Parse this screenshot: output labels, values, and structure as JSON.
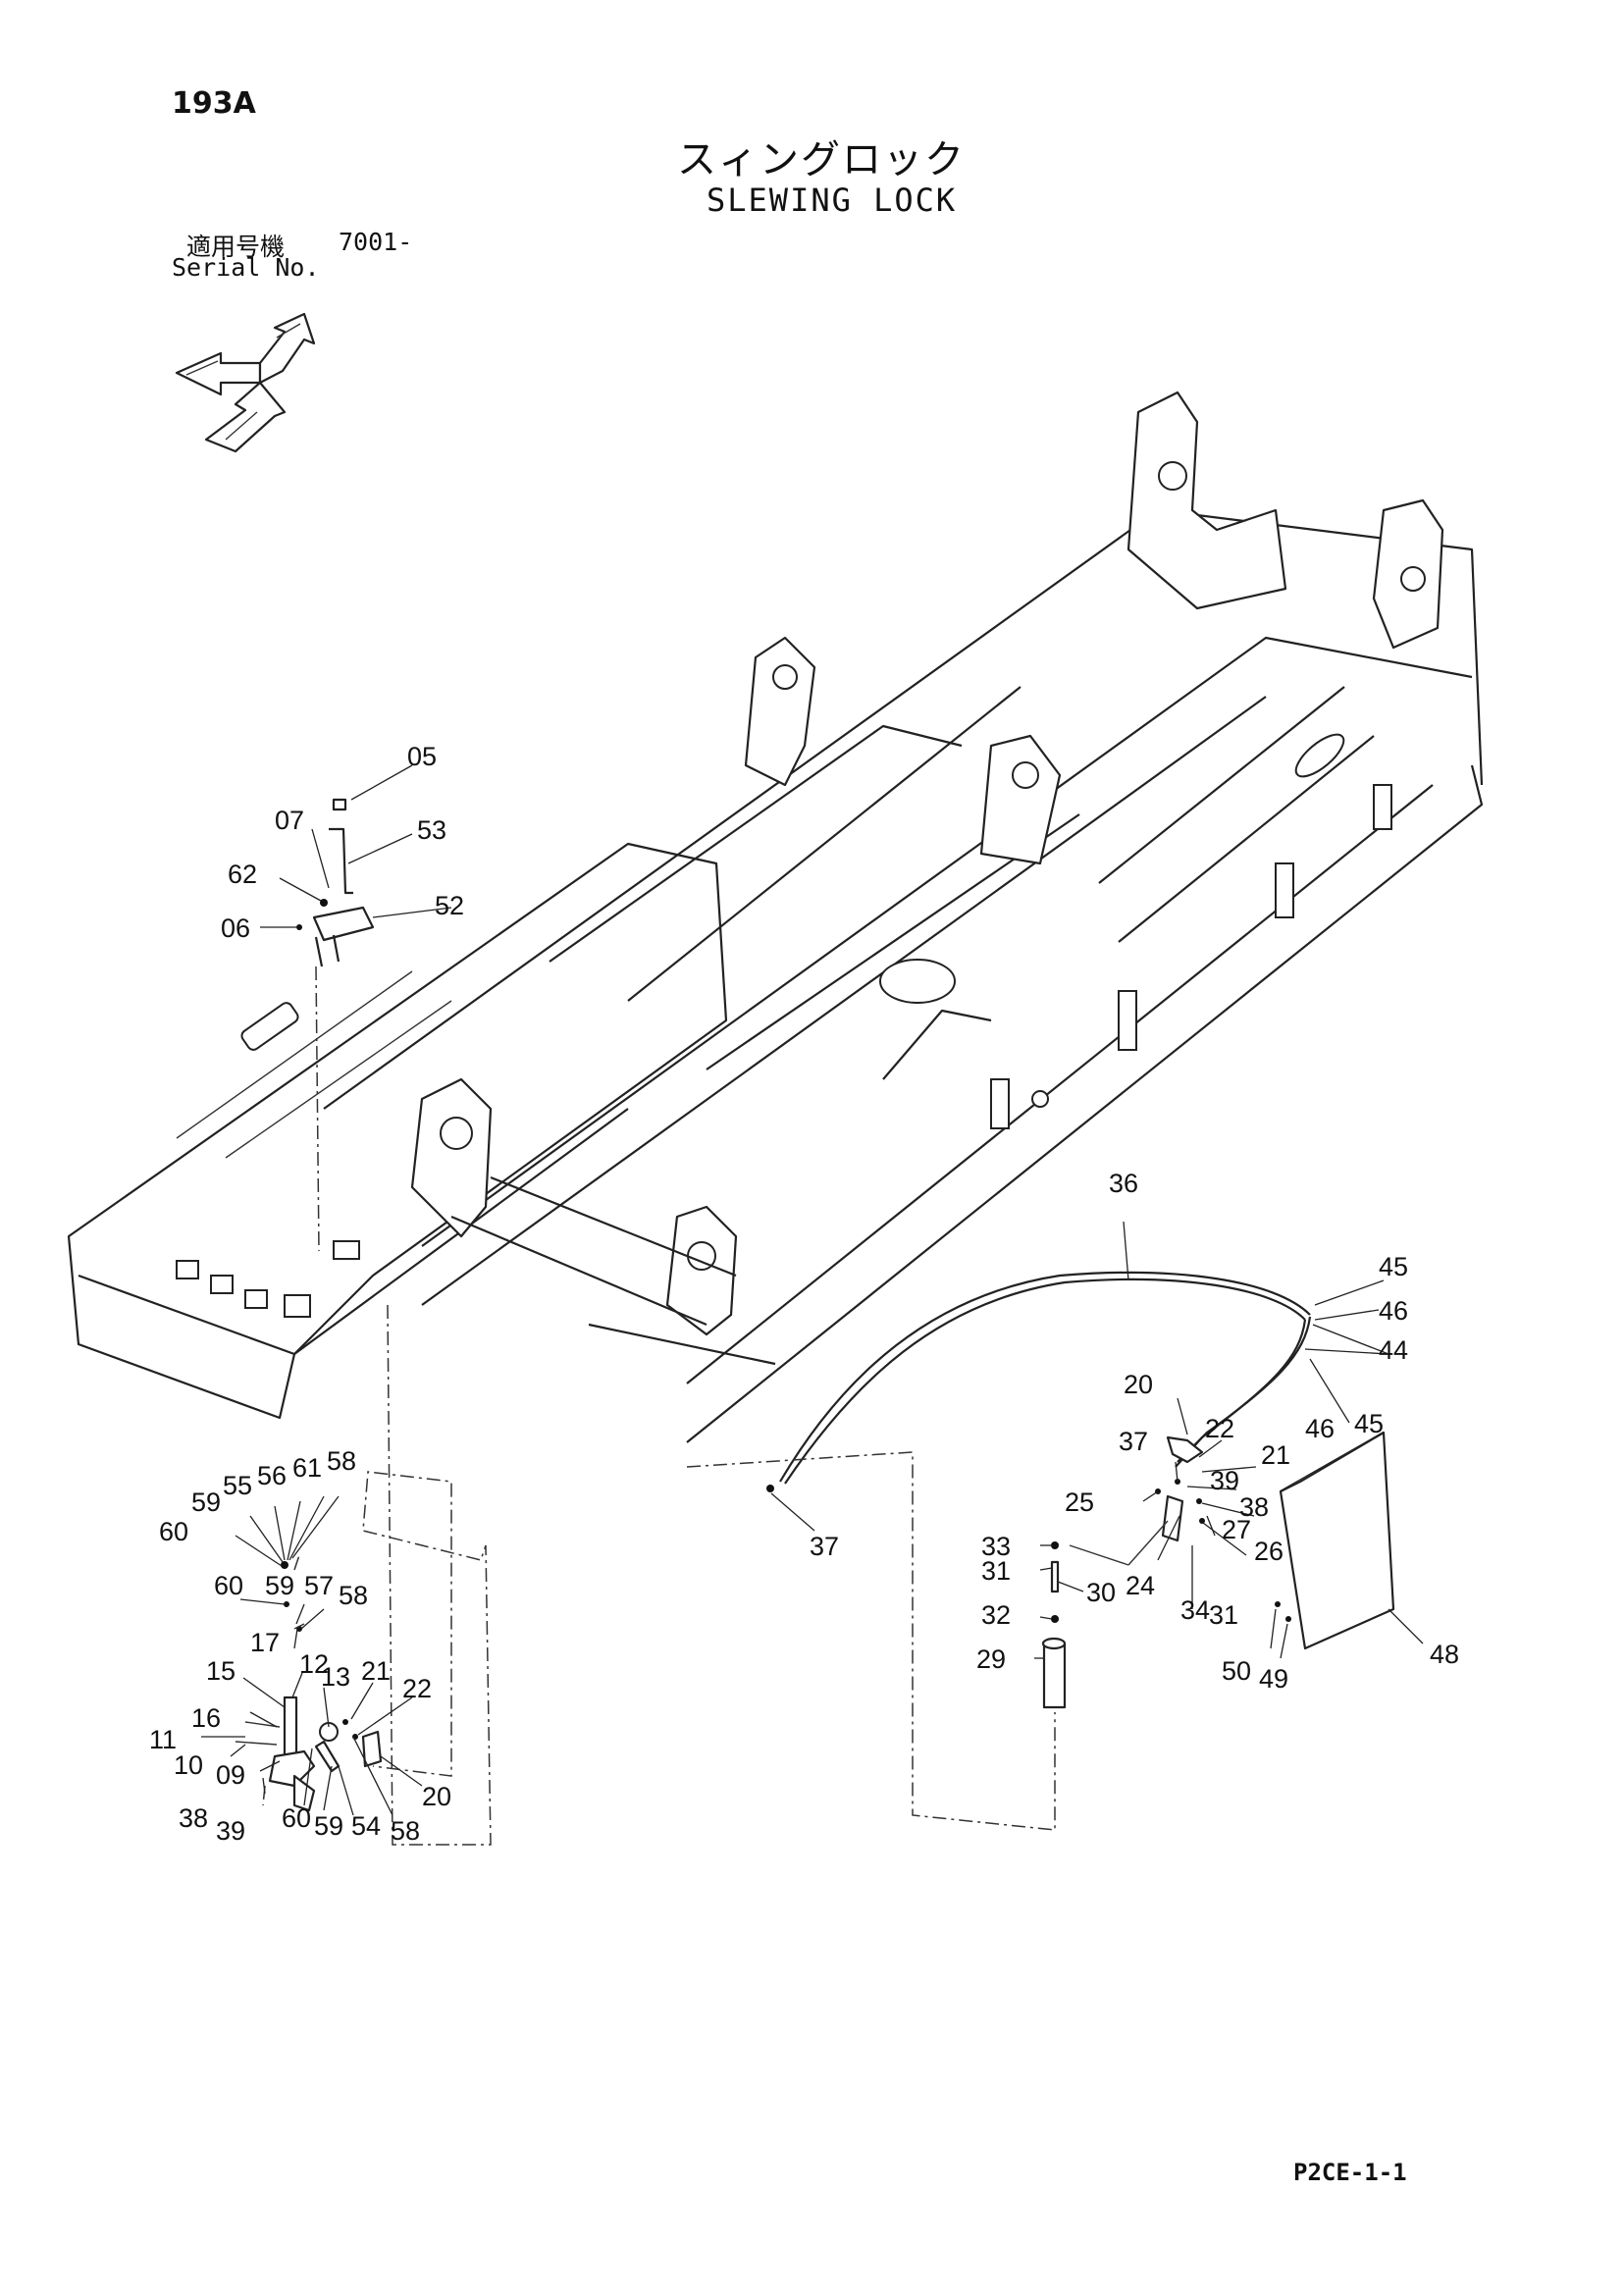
{
  "header": {
    "page_code": "193A",
    "title_jp": "スィングロック",
    "title_en": "SLEWING LOCK",
    "serial_label_jp": "適用号機",
    "serial_value": "7001-",
    "serial_label_en": "Serial No."
  },
  "footer": {
    "code": "P2CE-1-1"
  },
  "part_labels": [
    "05",
    "07",
    "53",
    "62",
    "52",
    "06",
    "36",
    "45",
    "46",
    "44",
    "46",
    "45",
    "20",
    "22",
    "21",
    "37",
    "39",
    "25",
    "38",
    "26",
    "27",
    "24",
    "34",
    "31",
    "33",
    "31",
    "30",
    "32",
    "29",
    "37",
    "48",
    "50",
    "49",
    "58",
    "61",
    "56",
    "55",
    "59",
    "60",
    "59",
    "57",
    "58",
    "60",
    "17",
    "12",
    "15",
    "13",
    "21",
    "22",
    "16",
    "11",
    "10",
    "09",
    "20",
    "38",
    "39",
    "60",
    "59",
    "54",
    "58"
  ],
  "icons": {
    "orientation": "orientation-arrows-icon"
  }
}
